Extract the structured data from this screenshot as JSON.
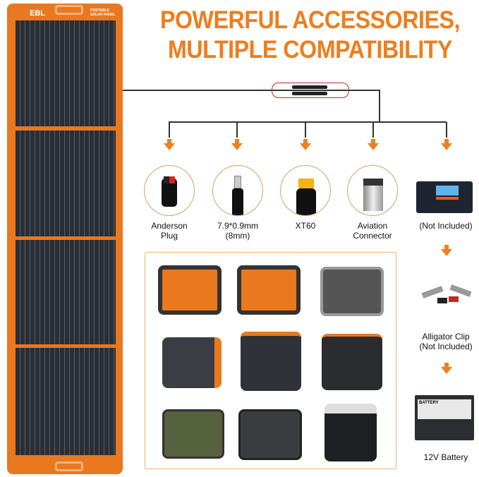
{
  "title": {
    "line1": "POWERFUL ACCESSORIES,",
    "line2": "MULTIPLE COMPATIBILITY"
  },
  "panel": {
    "brand": "EBL",
    "label_line1": "PORTABLE",
    "label_line2": "SOLAR PANEL"
  },
  "connectors": [
    {
      "icon": "anderson-plug-icon",
      "line1": "Anderson",
      "line2": "Plug"
    },
    {
      "icon": "dc-plug-icon",
      "line1": "7.9*0.9mm",
      "line2": "(8mm)"
    },
    {
      "icon": "xt60-plug-icon",
      "line1": "XT60",
      "line2": ""
    },
    {
      "icon": "aviation-connector-icon",
      "line1": "Aviation",
      "line2": "Connector"
    }
  ],
  "controller": {
    "label": "(Not Included)"
  },
  "alligator": {
    "line1": "Alligator Clip",
    "line2": "(Not Included)"
  },
  "battery": {
    "label": "12V Battery",
    "case_text": "BATTERY"
  },
  "colors": {
    "accent": "#ee7d1d",
    "panel_frame": "#e9781f",
    "cell": "#2a2e36"
  }
}
